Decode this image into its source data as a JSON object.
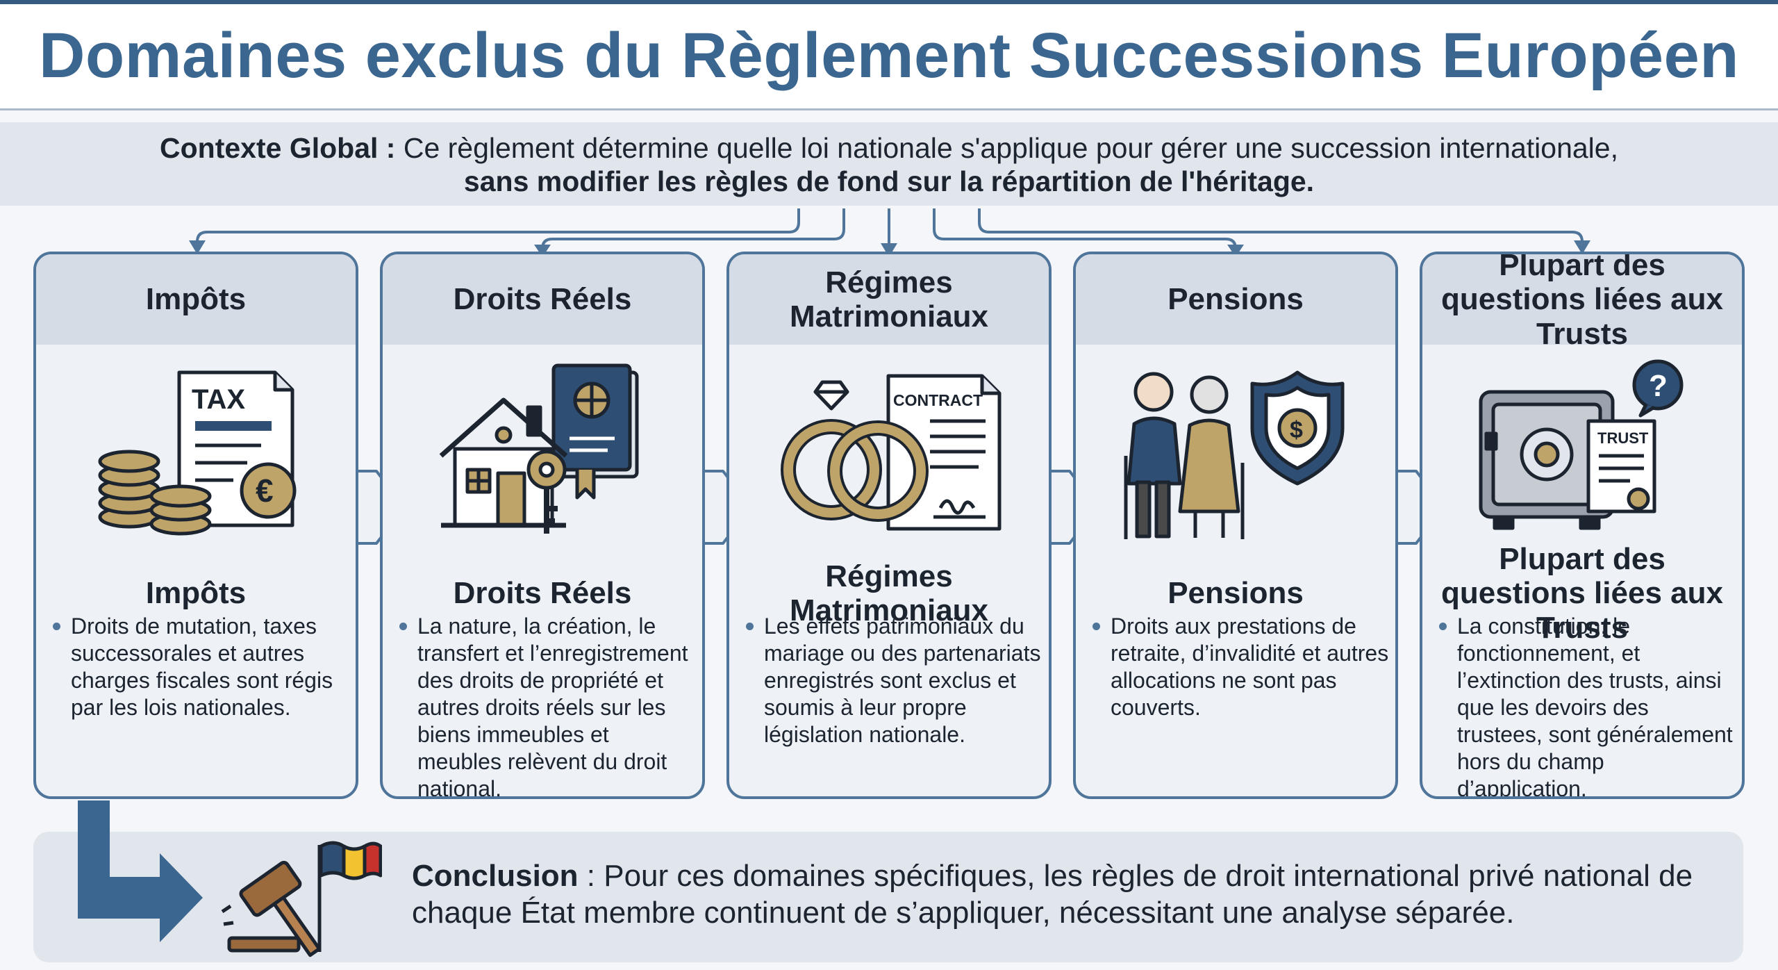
{
  "title": "Domaines exclus du Règlement Successions Européen",
  "context": {
    "label": "Contexte Global :",
    "text": " Ce règlement détermine quelle loi nationale s'applique pour gérer une succession internationale,",
    "bold_line": "sans modifier les règles de fond sur la répartition de l'héritage."
  },
  "cards": [
    {
      "header": "Impôts",
      "subtitle": "Impôts",
      "icon": "tax-document-coins-icon",
      "icon_text": "TAX",
      "bullet": "Droits de mutation, taxes successorales et autres charges fiscales sont régis par les lois nationales."
    },
    {
      "header": "Droits Réels",
      "subtitle": "Droits Réels",
      "icon": "house-key-deed-icon",
      "bullet": "La nature, la création, le transfert et l’enregistrement des droits de propriété et autres droits réels sur les biens immeubles et meubles relèvent du droit national."
    },
    {
      "header": "Régimes Matrimoniaux",
      "subtitle": "Régimes Matrimoniaux",
      "icon": "rings-contract-icon",
      "icon_text": "CONTRACT",
      "bullet": "Les effets patrimoniaux du mariage ou des partenariats enregistrés sont exclus et soumis à leur propre législation nationale."
    },
    {
      "header": "Pensions",
      "subtitle": "Pensions",
      "icon": "elderly-couple-shield-icon",
      "bullet": "Droits aux prestations de retraite, d’invalidité et autres allocations ne sont pas couverts."
    },
    {
      "header": "Plupart des questions liées aux Trusts",
      "subtitle": "Plupart des questions liées aux Trusts",
      "icon": "safe-trust-document-icon",
      "icon_text": "TRUST",
      "bullet": "La constitution, le fonctionnement, et l’extinction des trusts, ainsi que les devoirs des trustees, sont généralement hors du champ d’application."
    }
  ],
  "conclusion": {
    "label": "Conclusion",
    "text": " : Pour ces domaines spécifiques, les règles de droit international privé national de chaque État membre continuent de s’appliquer, nécessitant une analyse séparée."
  },
  "colors": {
    "title": "#3a668f",
    "card_border": "#4f759b",
    "card_header": "#d6dce5",
    "gold": "#bfa46a",
    "navy": "#2f4e73"
  }
}
